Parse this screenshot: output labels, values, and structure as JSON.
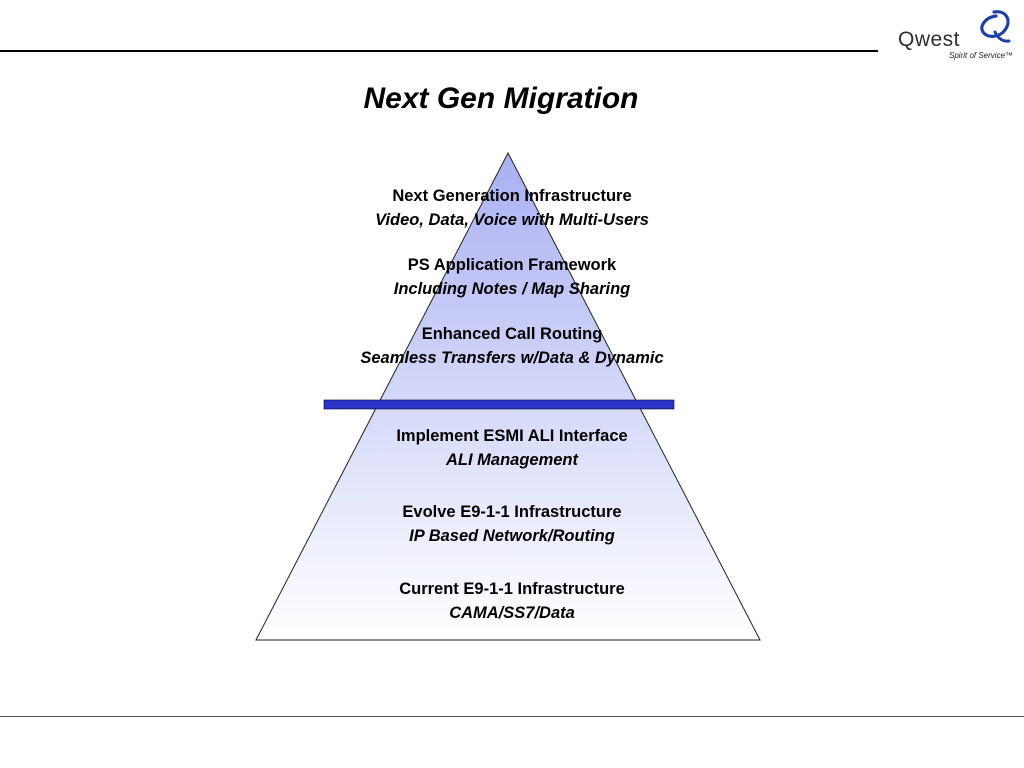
{
  "header": {
    "logo_word": "Qwest",
    "logo_tagline": "Spirit of Service™",
    "brand_color": "#1f3fa8"
  },
  "slide": {
    "title": "Next Gen Migration"
  },
  "pyramid": {
    "fill_top_color": "#a9b0f2",
    "fill_bottom_color": "#ffffff",
    "divider_color": "#2a35c8",
    "tiers": [
      {
        "title": "Next Generation Infrastructure",
        "subtitle": "Video, Data, Voice with Multi-Users"
      },
      {
        "title": "PS Application Framework",
        "subtitle": "Including Notes / Map Sharing"
      },
      {
        "title": "Enhanced Call Routing",
        "subtitle": "Seamless Transfers w/Data & Dynamic"
      },
      {
        "title": "Implement ESMI ALI Interface",
        "subtitle": "ALI Management"
      },
      {
        "title": "Evolve E9-1-1 Infrastructure",
        "subtitle": "IP Based Network/Routing"
      },
      {
        "title": "Current E9-1-1 Infrastructure",
        "subtitle": "CAMA/SS7/Data"
      }
    ]
  }
}
